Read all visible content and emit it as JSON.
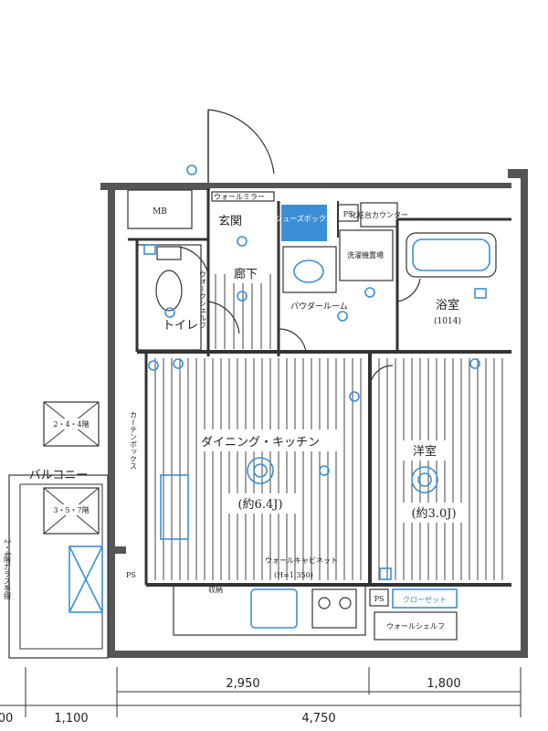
{
  "rooms": {
    "mb": "MB",
    "genkan": "玄関",
    "walk_in_shelf": "ウォールミラー",
    "shoes_box": "シューズボックス",
    "ps_top": "PS",
    "counter": "化粧台カウンター",
    "wash_machine": "洗濯機置場",
    "toilet": "トイレ",
    "toilet_shelf": "ウォークシェルフ",
    "hallway": "廊下",
    "powder_room": "パウダールーム",
    "bathroom": "浴室",
    "bathroom_size": "(1014)",
    "dining_kitchen": "ダイニング・キッチン",
    "dining_kitchen_size": "(約6.4J)",
    "western_room": "洋室",
    "western_room_size": "(約3.0J)",
    "curtain_box": "カーテンボックス",
    "balcony": "バルコニー",
    "glass_railing": "2・4階ガラス手摺",
    "unit_244": "2・4・4階",
    "unit_357": "3・5・7階",
    "wall_cupboard": "ウォールキャビネット",
    "wall_cupboard_dim": "(H=1,350)",
    "ps_bottom_left": "PS",
    "ps_bottom_right": "PS",
    "closet": "クローゼット",
    "wall_shelf": "ウォールシェルフ",
    "storage": "収納"
  },
  "dimensions": {
    "d_2950": "2,950",
    "d_1800": "1,800",
    "d_1100": "1,100",
    "d_4750": "4,750",
    "d_left": "00"
  },
  "colors": {
    "accent_blue": "#3b8fd6",
    "wall": "#555555"
  }
}
